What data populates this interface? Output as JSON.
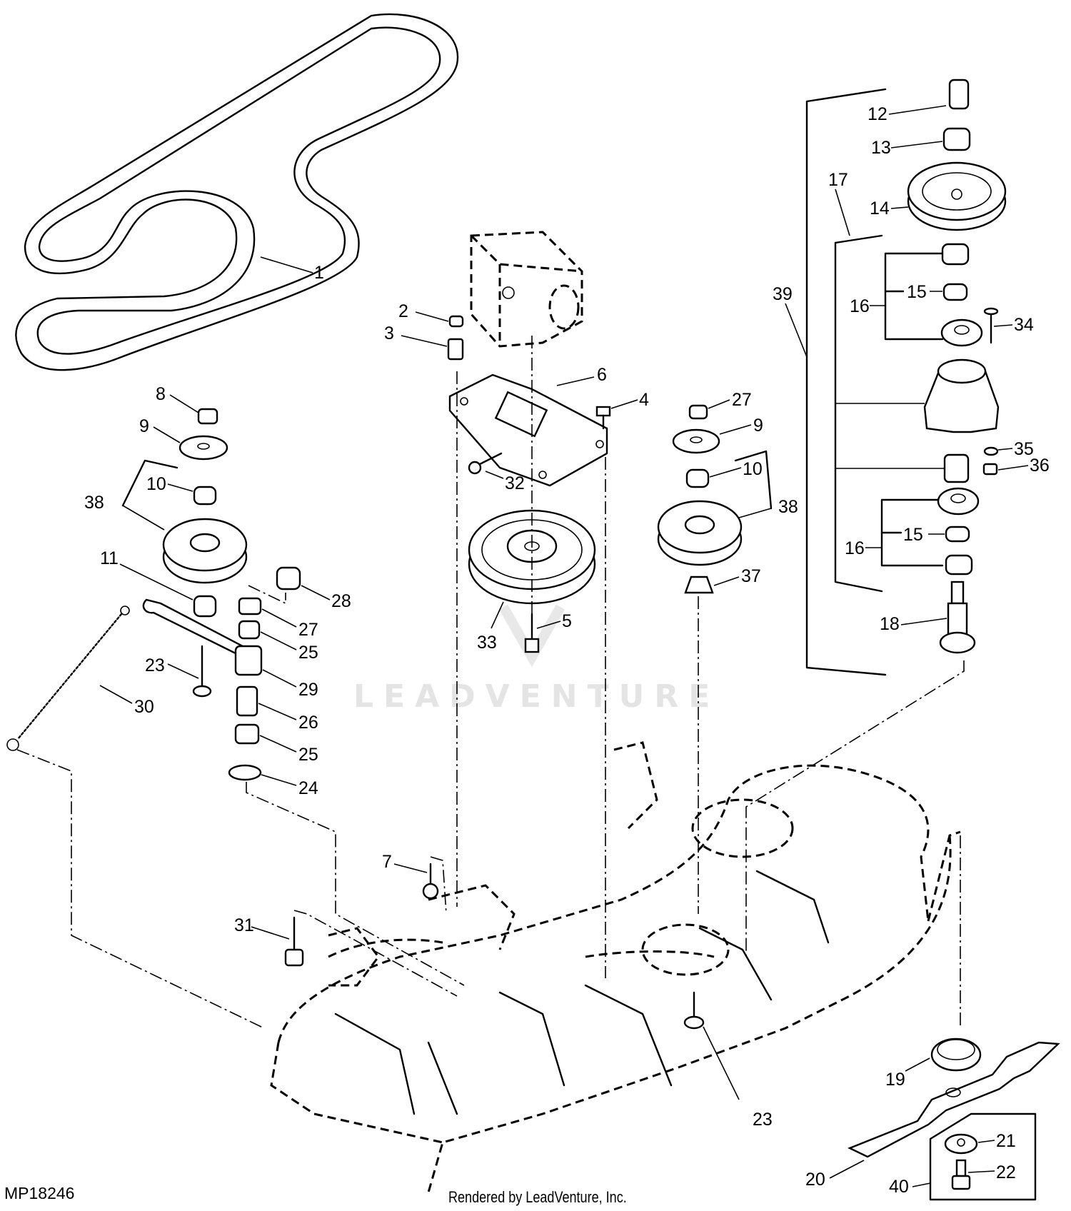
{
  "diagram": {
    "title": "Mower Deck Drive Belt, Pulleys and Spindle Assembly",
    "figure_id": "MP18246",
    "credit": "Rendered by LeadVenture, Inc.",
    "watermark": "LEADVENTURE",
    "colors": {
      "ink": "#000000",
      "background": "#ffffff",
      "watermark": "#e4e4e4"
    },
    "callouts": {
      "p1": "1",
      "p2": "2",
      "p3": "3",
      "p4": "4",
      "p5": "5",
      "p6": "6",
      "p7": "7",
      "p8": "8",
      "p9a": "9",
      "p9b": "9",
      "p10a": "10",
      "p10b": "10",
      "p11": "11",
      "p12": "12",
      "p13": "13",
      "p14": "14",
      "p15a": "15",
      "p15b": "15",
      "p16a": "16",
      "p16b": "16",
      "p17": "17",
      "p18": "18",
      "p19": "19",
      "p20": "20",
      "p21": "21",
      "p22": "22",
      "p23a": "23",
      "p23b": "23",
      "p24": "24",
      "p25a": "25",
      "p25b": "25",
      "p26": "26",
      "p27a": "27",
      "p27b": "27",
      "p28": "28",
      "p29": "29",
      "p30": "30",
      "p31": "31",
      "p32": "32",
      "p33": "33",
      "p34": "34",
      "p35": "35",
      "p36": "36",
      "p37": "37",
      "p38a": "38",
      "p38b": "38",
      "p39": "39",
      "p40": "40"
    }
  }
}
